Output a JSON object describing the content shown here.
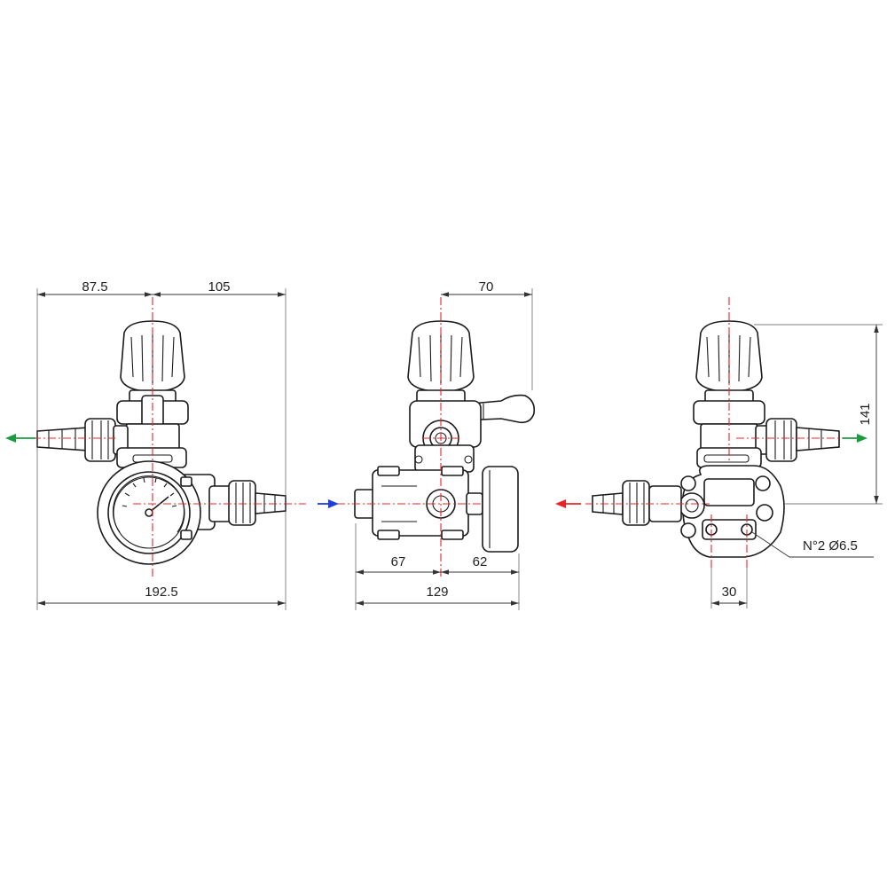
{
  "dimensions": {
    "front_left": "87.5",
    "front_right": "105",
    "front_total": "192.5",
    "side_top": "70",
    "side_left": "67",
    "side_right": "62",
    "side_total": "129",
    "rear_height": "141",
    "rear_hole_spacing": "30",
    "rear_holes_note": "N°2 Ø6.5"
  },
  "flow_colors": {
    "outlet": "#1a9b3c",
    "inlet": "#1f3fd6",
    "return": "#e8242a",
    "centerline": "#e8242a"
  }
}
